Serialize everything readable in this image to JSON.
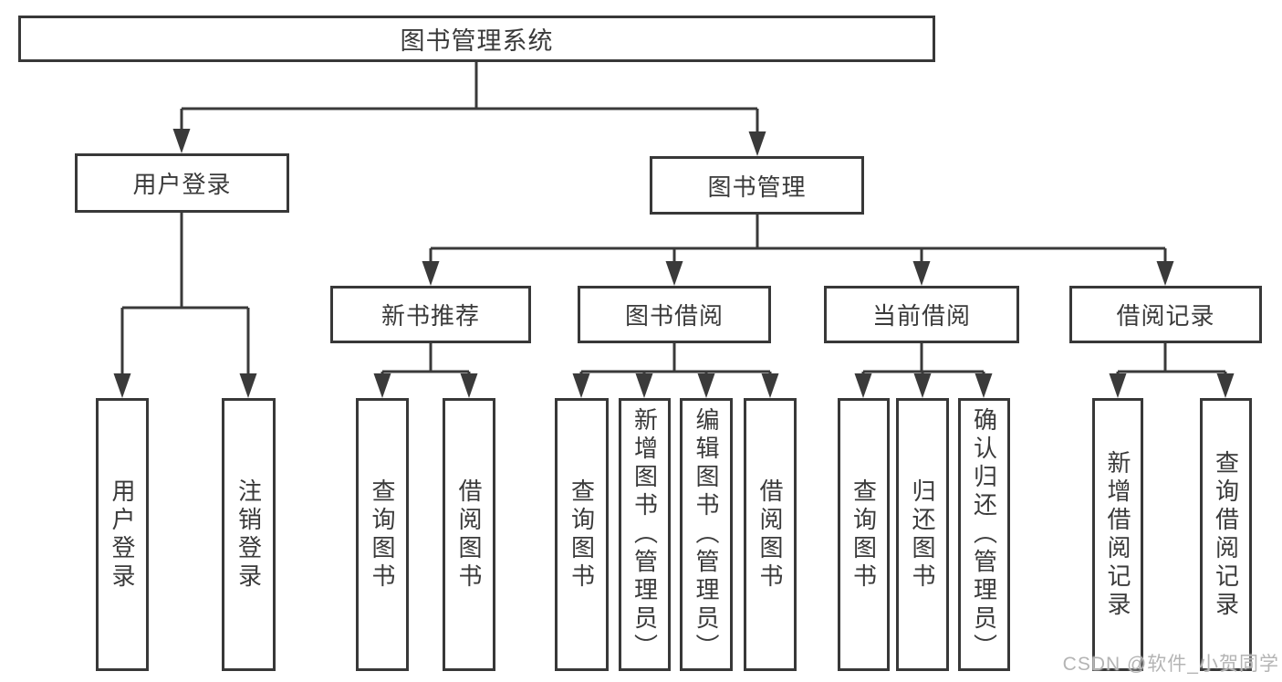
{
  "tree": {
    "root": {
      "label": "图书管理系统"
    },
    "branches": [
      {
        "label": "用户登录",
        "children": [
          {
            "label": "用户登录"
          },
          {
            "label": "注销登录"
          }
        ]
      },
      {
        "label": "图书管理",
        "sections": [
          {
            "label": "新书推荐",
            "children": [
              {
                "label": "查询图书"
              },
              {
                "label": "借阅图书"
              }
            ]
          },
          {
            "label": "图书借阅",
            "children": [
              {
                "label": "查询图书"
              },
              {
                "label": "新增图书（管理员）"
              },
              {
                "label": "编辑图书（管理员）"
              },
              {
                "label": "借阅图书"
              }
            ]
          },
          {
            "label": "当前借阅",
            "children": [
              {
                "label": "查询图书"
              },
              {
                "label": "归还图书"
              },
              {
                "label": "确认归还（管理员）"
              }
            ]
          },
          {
            "label": "借阅记录",
            "children": [
              {
                "label": "新增借阅记录"
              },
              {
                "label": "查询借阅记录"
              }
            ]
          }
        ]
      }
    ]
  },
  "watermark": {
    "text": "CSDN @软件_小贺同学"
  },
  "colors": {
    "line": "#3a3a3a",
    "text": "#3a3a3a",
    "border": "#383838",
    "watermark": "#b4b4b4",
    "background": "#ffffff"
  }
}
